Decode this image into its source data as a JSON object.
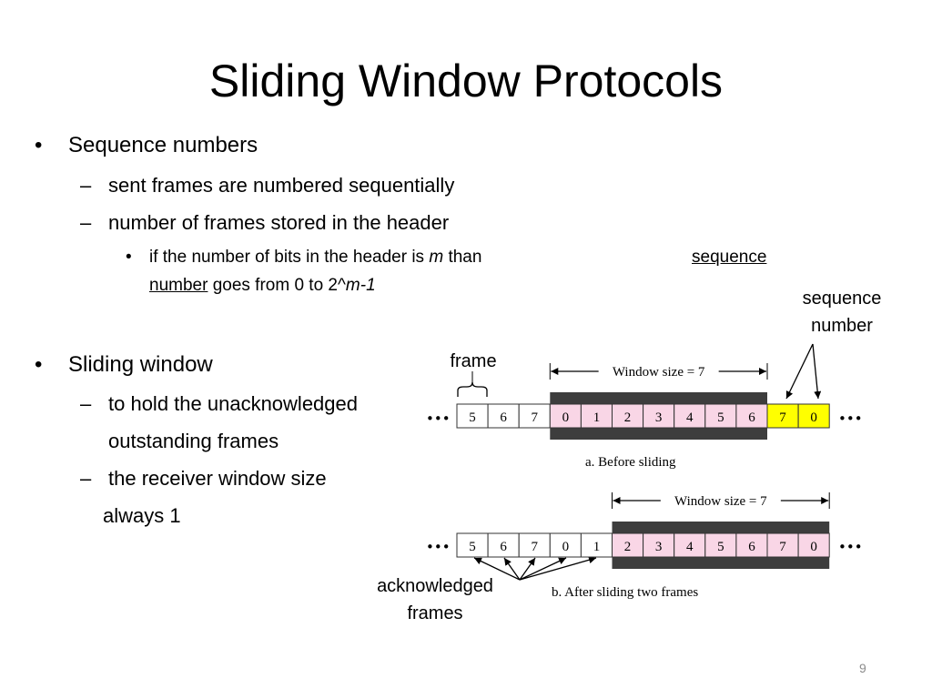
{
  "title": "Sliding Window Protocols",
  "page_number": "9",
  "bullets": {
    "b1_marker": "•",
    "dash": "–",
    "sub_marker": "•",
    "sequence_numbers": "Sequence numbers",
    "sent_frames": "sent frames are numbered sequentially",
    "frames_stored": "number of frames stored in the header",
    "sub": {
      "p1": "if the number of bits in the header is ",
      "m": "m",
      "p2": " than",
      "seq_a": "sequence",
      "seq_b": "number",
      "p3": " goes from 0 to 2^",
      "m_minus_1": "m-1"
    },
    "sliding_window": "Sliding window",
    "to_hold": "to hold the unacknowledged",
    "outstanding": "outstanding frames",
    "receiver_window": "the receiver window size",
    "always_1": "always 1"
  },
  "diagram": {
    "frame_label": "frame",
    "seq_num_label_1": "sequence",
    "seq_num_label_2": "number",
    "ack_label_1": "acknowledged",
    "ack_label_2": "frames",
    "ellipsis": "•••",
    "colors": {
      "window_band": "#3d3d3d",
      "in_window": "#f9d6e6",
      "sequence_highlight": "#ffff00",
      "plain": "#ffffff"
    },
    "before": {
      "window_label": "Window size = 7",
      "caption": "a. Before sliding",
      "frames": [
        {
          "label": "5",
          "state": "plain"
        },
        {
          "label": "6",
          "state": "plain"
        },
        {
          "label": "7",
          "state": "plain"
        },
        {
          "label": "0",
          "state": "window"
        },
        {
          "label": "1",
          "state": "window"
        },
        {
          "label": "2",
          "state": "window"
        },
        {
          "label": "3",
          "state": "window"
        },
        {
          "label": "4",
          "state": "window"
        },
        {
          "label": "5",
          "state": "window"
        },
        {
          "label": "6",
          "state": "window"
        },
        {
          "label": "7",
          "state": "highlight"
        },
        {
          "label": "0",
          "state": "highlight"
        }
      ]
    },
    "after": {
      "window_label": "Window size = 7",
      "caption": "b. After sliding two frames",
      "frames": [
        {
          "label": "5",
          "state": "plain"
        },
        {
          "label": "6",
          "state": "plain"
        },
        {
          "label": "7",
          "state": "plain"
        },
        {
          "label": "0",
          "state": "plain"
        },
        {
          "label": "1",
          "state": "plain"
        },
        {
          "label": "2",
          "state": "window"
        },
        {
          "label": "3",
          "state": "window"
        },
        {
          "label": "4",
          "state": "window"
        },
        {
          "label": "5",
          "state": "window"
        },
        {
          "label": "6",
          "state": "window"
        },
        {
          "label": "7",
          "state": "window"
        },
        {
          "label": "0",
          "state": "window"
        }
      ]
    }
  }
}
